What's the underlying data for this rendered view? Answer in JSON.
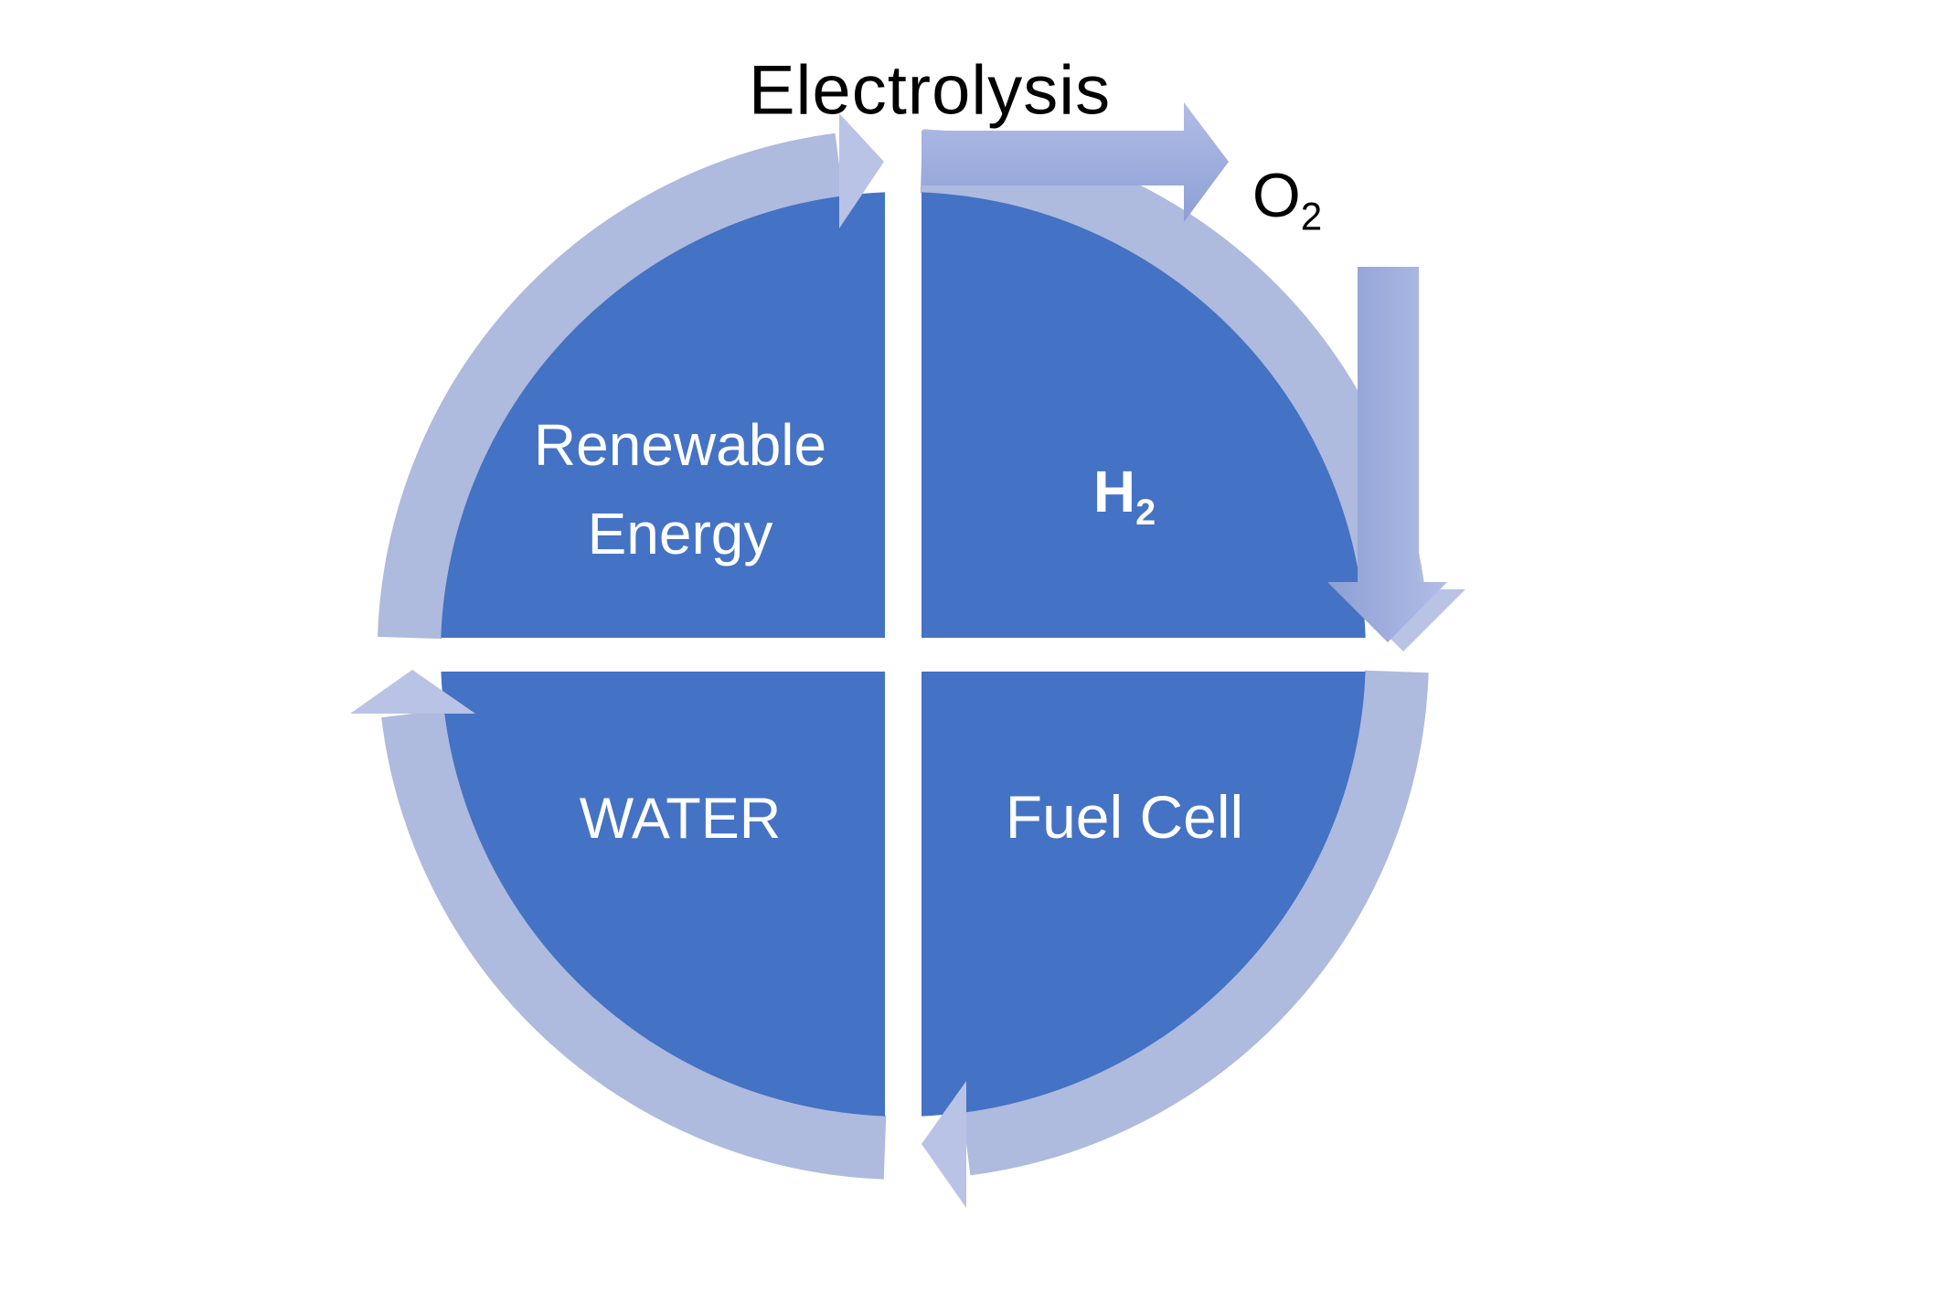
{
  "diagram": {
    "heading": "Electrolysis",
    "oxygen": {
      "symbol": "O",
      "subscript": "2"
    },
    "quadrants": {
      "top_left": {
        "line1": "Renewable",
        "line2": "Energy"
      },
      "top_right": {
        "symbol": "H",
        "subscript": "2"
      },
      "bottom_left": {
        "label": "WATER"
      },
      "bottom_right": {
        "label": "Fuel Cell"
      }
    }
  },
  "colors": {
    "background": "#ffffff",
    "quadrant_fill": "#4472c4",
    "ring_fill": "#aebade",
    "ring_arrowhead_fill": "#b9c3e6",
    "arrow_light": "#b2bde6",
    "arrow_dark": "#8c9fd4",
    "heading_text": "#000000",
    "quadrant_text": "#ffffff"
  }
}
